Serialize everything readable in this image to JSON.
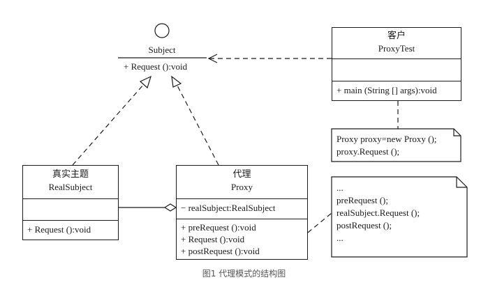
{
  "subject": {
    "name": "Subject",
    "operation": "+ Request ():void"
  },
  "client": {
    "stereotype": "客户",
    "name": "ProxyTest",
    "operation": "+ main (String [] args):void"
  },
  "note_client": {
    "lines": [
      "Proxy proxy=new Proxy ();",
      "proxy.Request ();"
    ]
  },
  "real_subject": {
    "stereotype": "真实主题",
    "name": "RealSubject",
    "operation": "+ Request ():void"
  },
  "proxy": {
    "stereotype": "代理",
    "name": "Proxy",
    "attribute": "− realSubject:RealSubject",
    "operations": [
      "+ preRequest ():void",
      "+ Request ():void",
      "+ postRequest ():void"
    ]
  },
  "note_proxy": {
    "lines": [
      "...",
      "preRequest ();",
      "realSubject.Request ();",
      "postRequest ();",
      "..."
    ]
  },
  "caption": "图1 代理模式的结构图",
  "colors": {
    "line": "#1a1a1a",
    "caption": "#555555",
    "background": "#ffffff"
  }
}
